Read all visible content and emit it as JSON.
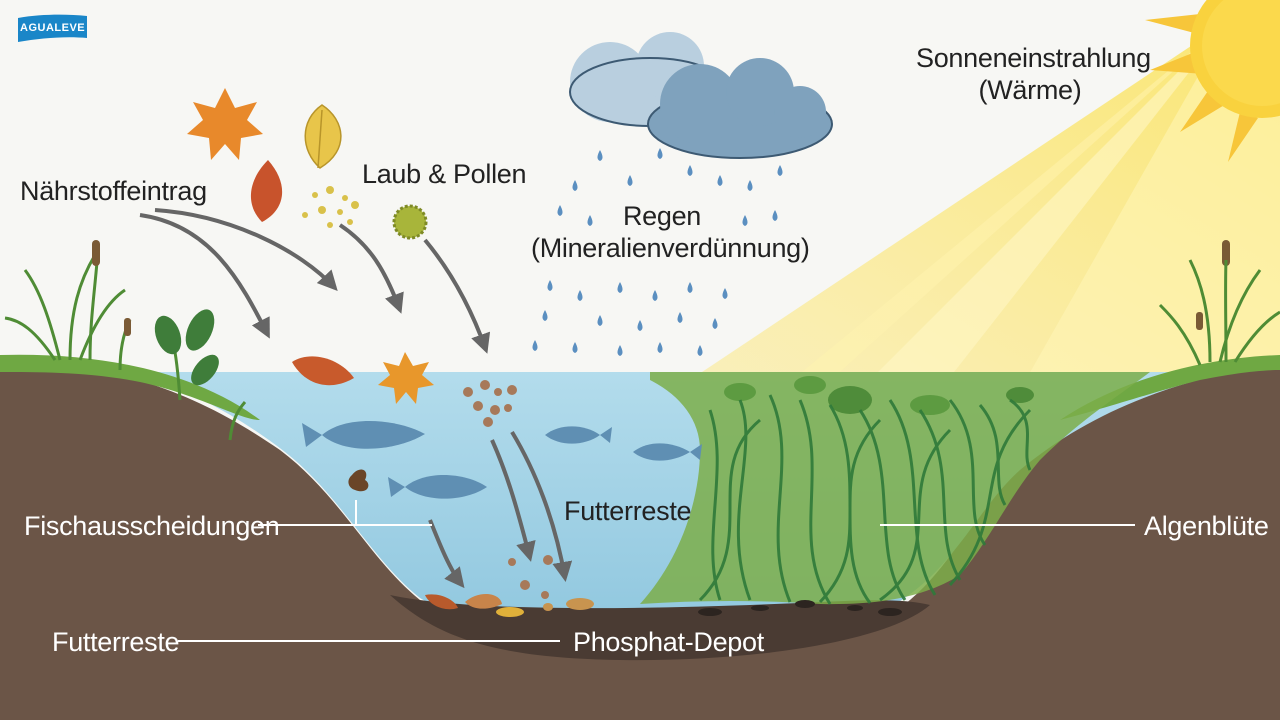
{
  "logo": {
    "text": "AGUALEVE"
  },
  "labels": {
    "naehrstoffeintrag": "Nährstoffeintrag",
    "laub_pollen": "Laub & Pollen",
    "regen_line1": "Regen",
    "regen_line2": "(Mineralienverdünnung)",
    "sonne_line1": "Sonneneinstrahlung",
    "sonne_line2": "(Wärme)",
    "futterreste_water": "Futterreste",
    "fischausscheidungen": "Fischausscheidungen",
    "algenbluete": "Algenblüte",
    "futterreste_bottom": "Futterreste",
    "phosphat_depot": "Phosphat-Depot"
  },
  "colors": {
    "logo_blue": "#1a86c8",
    "water": "#a9d6e8",
    "soil": "#6b5547",
    "grass": "#6fa843",
    "algae": "#7cae4a",
    "sunlight": "#f7e27a",
    "arrow": "#666666",
    "fish": "#5f8fb3",
    "cloud_light": "#b9cfdf",
    "cloud_dark": "#7fa2bd",
    "rain": "#5b8fc0"
  }
}
